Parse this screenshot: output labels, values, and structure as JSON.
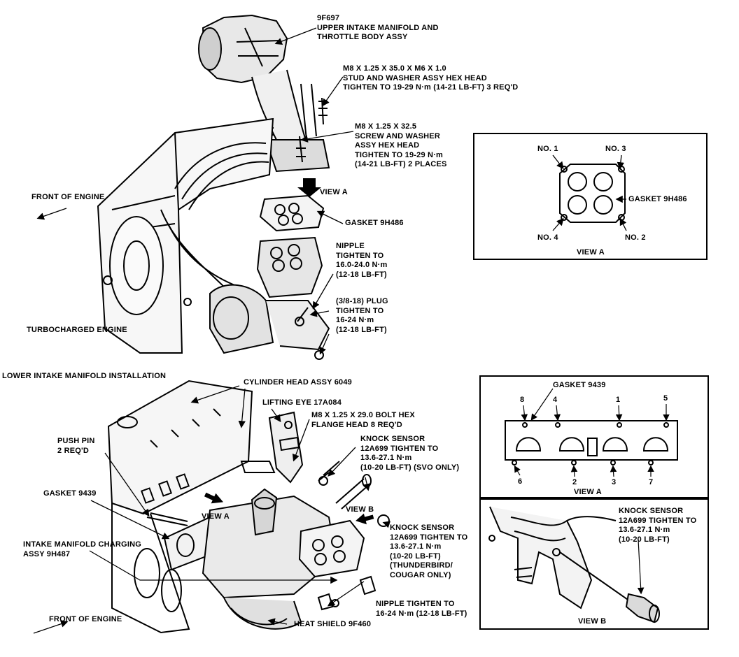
{
  "upper": {
    "intake_manifold": [
      "9F697",
      "UPPER INTAKE MANIFOLD AND",
      "THROTTLE BODY ASSY"
    ],
    "stud": [
      "M8 X 1.25 X 35.0 X M6 X 1.0",
      "STUD AND WASHER ASSY HEX HEAD",
      "TIGHTEN TO 19-29 N·m (14-21 LB-FT) 3 REQ'D"
    ],
    "screw": [
      "M8 X 1.25 X 32.5",
      "SCREW AND WASHER",
      "ASSY HEX HEAD",
      "TIGHTEN TO 19-29 N·m",
      "(14-21 LB-FT) 2 PLACES"
    ],
    "front_of_engine": "FRONT OF ENGINE",
    "view_a_arrow": "VIEW A",
    "gasket": "GASKET 9H486",
    "nipple": [
      "NIPPLE",
      "TIGHTEN TO",
      "16.0-24.0 N·m",
      "(12-18 LB-FT)"
    ],
    "plug": [
      "(3/8-18) PLUG",
      "TIGHTEN TO",
      "16-24 N·m",
      "(12-18 LB-FT)"
    ],
    "turbocharged": "TURBOCHARGED ENGINE"
  },
  "view_a_top": {
    "no1": "NO. 1",
    "no2": "NO. 2",
    "no3": "NO. 3",
    "no4": "NO. 4",
    "gasket": "GASKET 9H486",
    "title": "VIEW A"
  },
  "lower": {
    "title": "LOWER INTAKE MANIFOLD INSTALLATION",
    "cylinder_head": "CYLINDER HEAD ASSY 6049",
    "lifting_eye": "LIFTING EYE 17A084",
    "bolt": [
      "M8 X 1.25 X 29.0 BOLT HEX",
      "FLANGE HEAD 8 REQ'D"
    ],
    "push_pin": [
      "PUSH PIN",
      "2 REQ'D"
    ],
    "knock_sensor_svo": [
      "KNOCK SENSOR",
      "12A699 TIGHTEN TO",
      "13.6-27.1 N·m",
      "(10-20 LB-FT) (SVO ONLY)"
    ],
    "gasket": "GASKET 9439",
    "view_b_arrow": "VIEW B",
    "view_a_arrow": "VIEW A",
    "knock_sensor_tbird": [
      "KNOCK SENSOR",
      "12A699 TIGHTEN TO",
      "13.6-27.1 N·m",
      "(10-20 LB-FT)",
      "(THUNDERBIRD/",
      "COUGAR ONLY)"
    ],
    "charging": [
      "INTAKE MANIFOLD CHARGING",
      "ASSY 9H487"
    ],
    "nipple": [
      "NIPPLE TIGHTEN TO",
      "16-24 N·m (12-18 LB-FT)"
    ],
    "front_of_engine": "FRONT OF ENGINE",
    "heat_shield": "HEAT SHIELD 9F460"
  },
  "view_a_bottom": {
    "gasket": "GASKET 9439",
    "top_numbers": [
      "8",
      "4",
      "1",
      "5"
    ],
    "bottom_numbers": [
      "6",
      "2",
      "3",
      "7"
    ],
    "title": "VIEW A"
  },
  "view_b": {
    "knock_sensor": [
      "KNOCK SENSOR",
      "12A699 TIGHTEN TO",
      "13.6-27.1 N·m",
      "(10-20 LB-FT)"
    ],
    "title": "VIEW B"
  }
}
